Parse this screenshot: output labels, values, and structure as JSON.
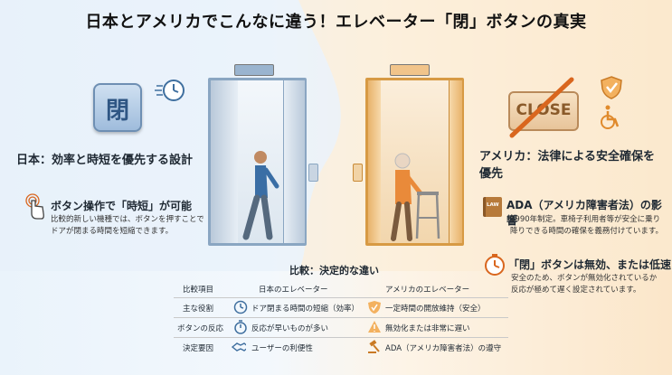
{
  "title": "日本とアメリカでこんなに違う！エレベーター「閉」ボタンの真実",
  "japan": {
    "button_glyph": "閉",
    "heading": "日本：効率と時短を優先する設計",
    "feature_title": "ボタン操作で「時短」が可能",
    "feature_text_1": "比較的新しい機種では、ボタンを押すことで",
    "feature_text_2": "ドアが閉まる時間を短縮できます。"
  },
  "america": {
    "button_text": "CLOSE",
    "heading_1": "アメリカ：法律による安全確保を",
    "heading_2": "優先",
    "ada_title": "ADA（アメリカ障害者法）の影響",
    "ada_text_1": "1990年制定。車椅子利用者等が安全に乗り",
    "ada_text_2": "降りできる時間の確保を義務付けています。",
    "book_label": "LAW",
    "close_title": "「閉」ボタンは無効、または低速",
    "close_text_1": "安全のため、ボタンが無効化されているか",
    "close_text_2": "反応が極めて遅く設定されています。"
  },
  "comparison": {
    "title": "比較：決定的な違い",
    "headers": [
      "比較項目",
      "日本のエレベーター",
      "アメリカのエレベーター"
    ],
    "rows": [
      {
        "item": "主な役割",
        "japan": "ドア閉まる時間の短縮（効率）",
        "america": "一定時間の開放維持（安全）"
      },
      {
        "item": "ボタンの反応",
        "japan": "反応が早いものが多い",
        "america": "無効化または非常に遅い"
      },
      {
        "item": "決定要因",
        "japan": "ユーザーの利便性",
        "america": "ADA（アメリカ障害者法）の遵守"
      }
    ]
  },
  "colors": {
    "japan_blue": "#3f6f9f",
    "america_orange": "#e08a2c",
    "alert_orange": "#d9661e"
  }
}
